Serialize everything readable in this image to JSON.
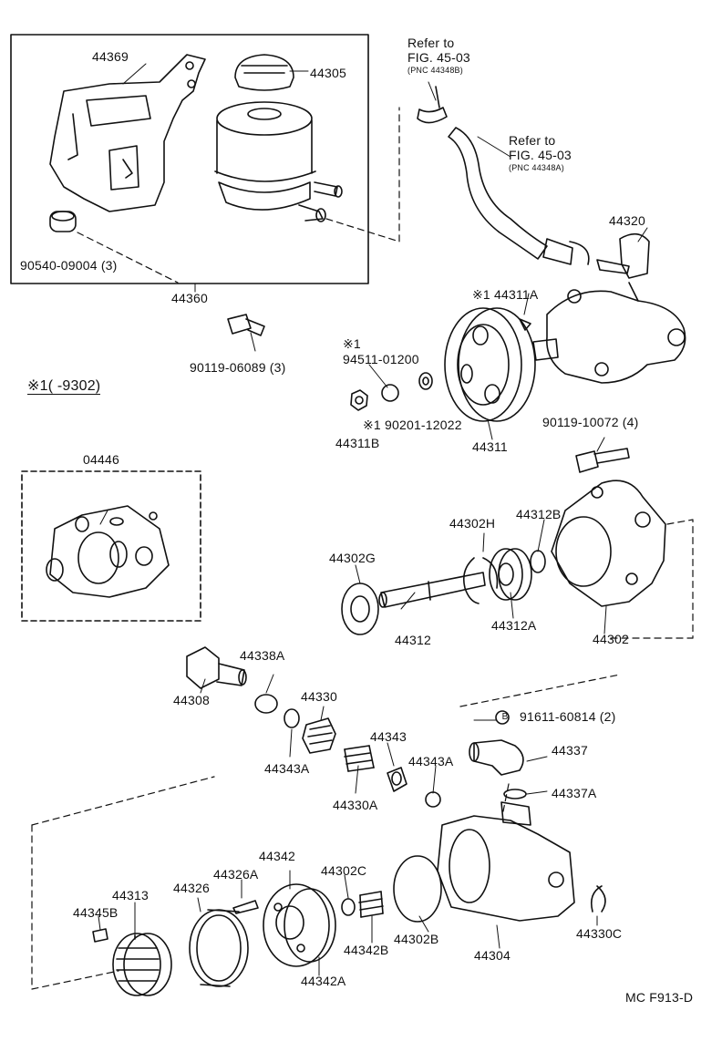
{
  "labels": {
    "p44369": "44369",
    "p44305": "44305",
    "p90540": "90540-09004 (3)",
    "p44360": "44360",
    "p90119a": "90119-06089 (3)",
    "ref1_a": "Refer to",
    "ref1_b": "FIG. 45-03",
    "ref1_c": "(PNC 44348B)",
    "ref2_a": "Refer to",
    "ref2_b": "FIG. 45-03",
    "ref2_c": "(PNC 44348A)",
    "p44320": "44320",
    "p44311A": "※1 44311A",
    "note1": "※1",
    "p94511": "94511-01200",
    "range": "※1(       -9302)",
    "p90201": "※1 90201-12022",
    "p44311B": "44311B",
    "p44311": "44311",
    "p90119b": "90119-10072 (4)",
    "p04446": "04446",
    "p44302H": "44302H",
    "p44312B": "44312B",
    "p44302G": "44302G",
    "p44312": "44312",
    "p44312A": "44312A",
    "p44302": "44302",
    "p44338A": "44338A",
    "p44330": "44330",
    "p44308": "44308",
    "p44343A_1": "44343A",
    "p44343": "44343",
    "p44343A_2": "44343A",
    "p44330A": "44330A",
    "p91611": "91611-60814 (2)",
    "bolt_b": "B",
    "p44337": "44337",
    "p44337A": "44337A",
    "p44342": "44342",
    "p44313": "44313",
    "p44326": "44326",
    "p44326A": "44326A",
    "p44345B": "44345B",
    "p44302C": "44302C",
    "p44342B": "44342B",
    "p44302B": "44302B",
    "p44304": "44304",
    "p44330C": "44330C",
    "p44342A": "44342A",
    "code": "MC F913-D"
  }
}
